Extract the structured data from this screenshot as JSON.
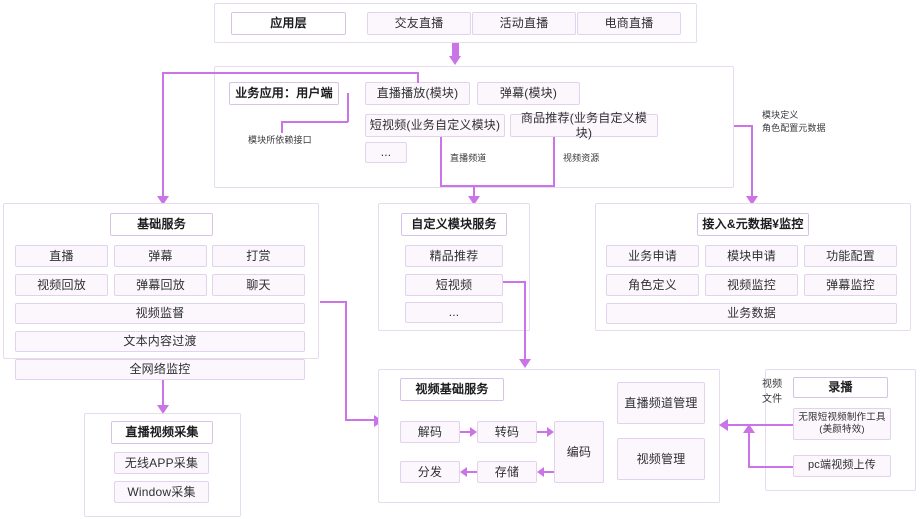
{
  "theme": {
    "accent": "#cb74e8",
    "panel_border": "#e7dbef",
    "box_border": "#e3d2ef",
    "box_fill": "#fbf7fd",
    "header_border": "#d9c2ea",
    "text": "#2f2f33",
    "background": "#ffffff"
  },
  "application_layer": {
    "title": "应用层",
    "items": [
      {
        "label": "交友直播"
      },
      {
        "label": "活动直播"
      },
      {
        "label": "电商直播"
      }
    ]
  },
  "business_application": {
    "title": "业务应用：用户端",
    "modules": [
      {
        "label": "直播播放(模块)"
      },
      {
        "label": "弹幕(模块)"
      },
      {
        "label": "短视频(业务自定义模块)"
      },
      {
        "label": "商品推荐(业务自定义模块)"
      },
      {
        "label": "..."
      }
    ],
    "annotations": {
      "interface": "模块所依赖接口",
      "live_channel": "直播频道",
      "video_resource": "视频资源",
      "metadata": "模块定义\n角色配置元数据"
    }
  },
  "basic_service": {
    "title": "基础服务",
    "row1": [
      {
        "label": "直播"
      },
      {
        "label": "弹幕"
      },
      {
        "label": "打赏"
      }
    ],
    "row2": [
      {
        "label": "视频回放"
      },
      {
        "label": "弹幕回放"
      },
      {
        "label": "聊天"
      }
    ],
    "wide": [
      {
        "label": "视频监督"
      },
      {
        "label": "文本内容过渡"
      },
      {
        "label": "全网络监控"
      }
    ]
  },
  "custom_module_service": {
    "title": "自定义模块服务",
    "items": [
      {
        "label": "精品推荐"
      },
      {
        "label": "短视频"
      },
      {
        "label": "..."
      }
    ]
  },
  "access_metadata_monitor": {
    "title": "接入&元数据¥监控",
    "row1": [
      {
        "label": "业务申请"
      },
      {
        "label": "模块申请"
      },
      {
        "label": "功能配置"
      }
    ],
    "row2": [
      {
        "label": "角色定义"
      },
      {
        "label": "视频监控"
      },
      {
        "label": "弹幕监控"
      }
    ],
    "wide": [
      {
        "label": "业务数据"
      }
    ]
  },
  "video_basic_service": {
    "title": "视频基础服务",
    "pipeline": [
      {
        "label": "解码"
      },
      {
        "label": "转码"
      },
      {
        "label": "编码"
      },
      {
        "label": "存储"
      },
      {
        "label": "分发"
      }
    ],
    "management": [
      {
        "label": "直播频道管理"
      },
      {
        "label": "视频管理"
      }
    ]
  },
  "live_capture": {
    "title": "直播视频采集",
    "items": [
      {
        "label": "无线APP采集"
      },
      {
        "label": "Window采集"
      }
    ]
  },
  "recording": {
    "title": "录播",
    "items": [
      {
        "label": "无限短视频制作工具\n(美颜特效)"
      },
      {
        "label": "pc端视频上传"
      }
    ],
    "annotation": "视频\n文件"
  }
}
